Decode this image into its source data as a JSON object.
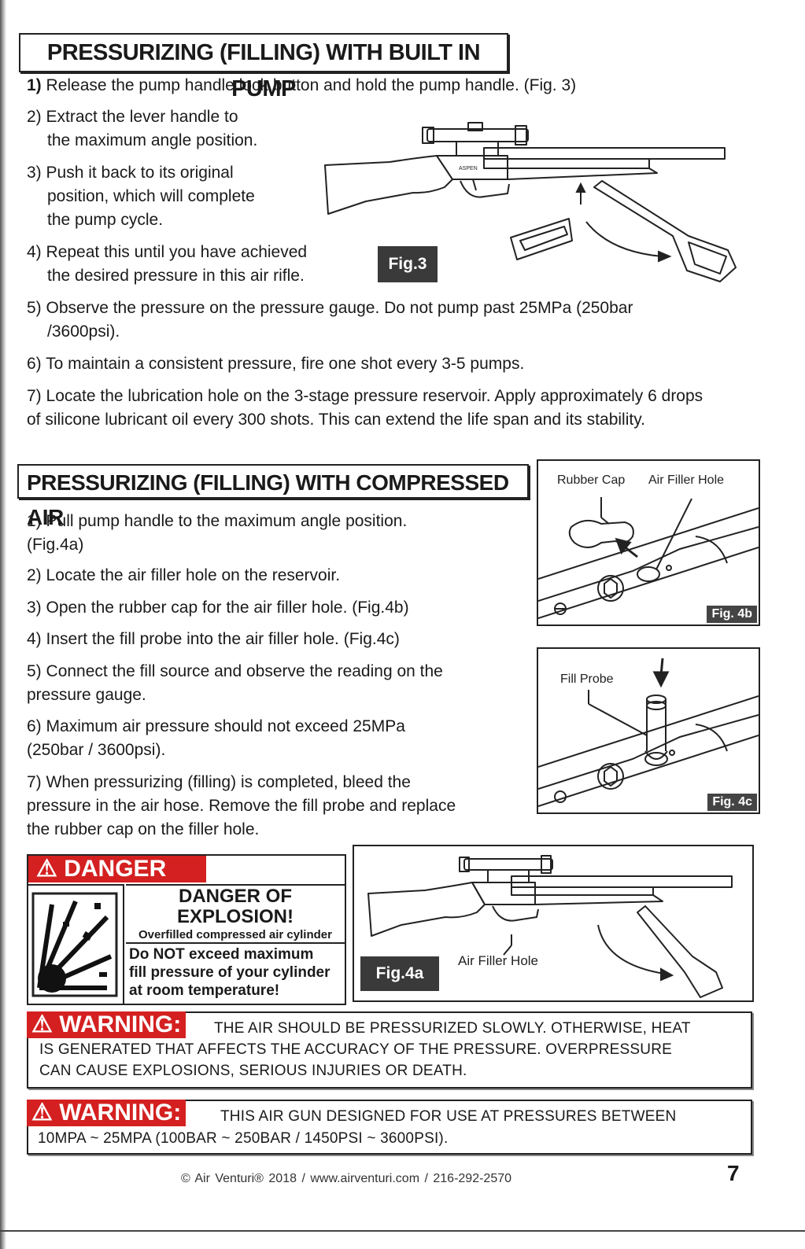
{
  "section1": {
    "heading": "PRESSURIZING (FILLING) WITH BUILT IN PUMP",
    "steps": [
      {
        "num": "1)",
        "text": " Release the pump handle lock button and hold the pump handle. (Fig. 3)"
      },
      {
        "num": "2)",
        "line1": " Extract the lever handle to",
        "line2": "the maximum angle position."
      },
      {
        "num": "3)",
        "line1": " Push it back to its original",
        "line2": "position, which will complete",
        "line3": "the pump cycle."
      },
      {
        "num": "4)",
        "line1": " Repeat this until you have achieved",
        "line2": "the desired pressure in this air rifle."
      },
      {
        "num": "5)",
        "line1": " Observe the pressure on the pressure gauge. Do not pump past 25MPa (250bar",
        "line2": "/3600psi)."
      },
      {
        "num": "6)",
        "text": " To maintain a consistent pressure, fire one shot every 3-5 pumps."
      },
      {
        "num": "7)",
        "line1": " Locate the lubrication hole on the 3-stage pressure reservoir. Apply approximately 6 drops",
        "line2": "of silicone lubricant oil every 300 shots. This can extend the life span and its stability."
      }
    ],
    "fig3_label": "Fig.3",
    "rifle_brand": "ASPEN"
  },
  "section2": {
    "heading": "PRESSURIZING (FILLING) WITH COMPRESSED AIR",
    "steps": [
      {
        "num": "1)",
        "line1": " Pull pump handle to the maximum angle position.",
        "line2": "(Fig.4a)"
      },
      {
        "num": "2)",
        "text": " Locate the air filler hole on the reservoir."
      },
      {
        "num": "3)",
        "text": " Open the rubber cap for the air filler hole. (Fig.4b)"
      },
      {
        "num": "4)",
        "text": " Insert the fill probe into the air filler hole. (Fig.4c)"
      },
      {
        "num": "5)",
        "line1": " Connect the fill source and observe the reading on the",
        "line2": "pressure gauge."
      },
      {
        "num": "6)",
        "line1": " Maximum air pressure should not exceed 25MPa",
        "line2": "(250bar / 3600psi)."
      },
      {
        "num": "7)",
        "line1": " When pressurizing (filling) is completed, bleed the",
        "line2": "pressure in the air hose. Remove the fill probe and replace",
        "line3": "the rubber cap on the filler hole."
      }
    ],
    "fig4b": {
      "rubber_cap": "Rubber Cap",
      "air_filler_hole": "Air Filler Hole",
      "tag": "Fig. 4b"
    },
    "fig4c": {
      "fill_probe": "Fill Probe",
      "tag": "Fig. 4c"
    },
    "fig4a": {
      "air_filler_hole": "Air Filler Hole",
      "tag": "Fig.4a"
    }
  },
  "danger": {
    "badge": "⚠ DANGER",
    "title_line1": "DANGER OF",
    "title_line2": "EXPLOSION!",
    "subtitle": "Overfilled compressed air cylinder",
    "text_line1": "Do NOT exceed maximum",
    "text_line2": "fill pressure of your cylinder",
    "text_line3": "at room temperature!"
  },
  "warning1": {
    "badge": "⚠ WARNING:",
    "line1": "THE AIR SHOULD BE PRESSURIZED SLOWLY. OTHERWISE, HEAT",
    "line2": "IS GENERATED THAT AFFECTS THE ACCURACY OF THE PRESSURE. OVERPRESSURE",
    "line3": "CAN CAUSE EXPLOSIONS, SERIOUS INJURIES OR DEATH."
  },
  "warning2": {
    "badge": "⚠ WARNING:",
    "line1": "THIS AIR GUN DESIGNED FOR USE AT PRESSURES BETWEEN",
    "line2": "10MPA ~ 25MPA (100BAR ~ 250BAR / 1450PSI ~ 3600PSI)."
  },
  "footer": {
    "text": "© Air Venturi® 2018  /  www.airventuri.com  /  216-292-2570",
    "page_number": "7"
  },
  "colors": {
    "danger_red": "#d42020",
    "fig_tag_gray": "#3a3a3a"
  }
}
